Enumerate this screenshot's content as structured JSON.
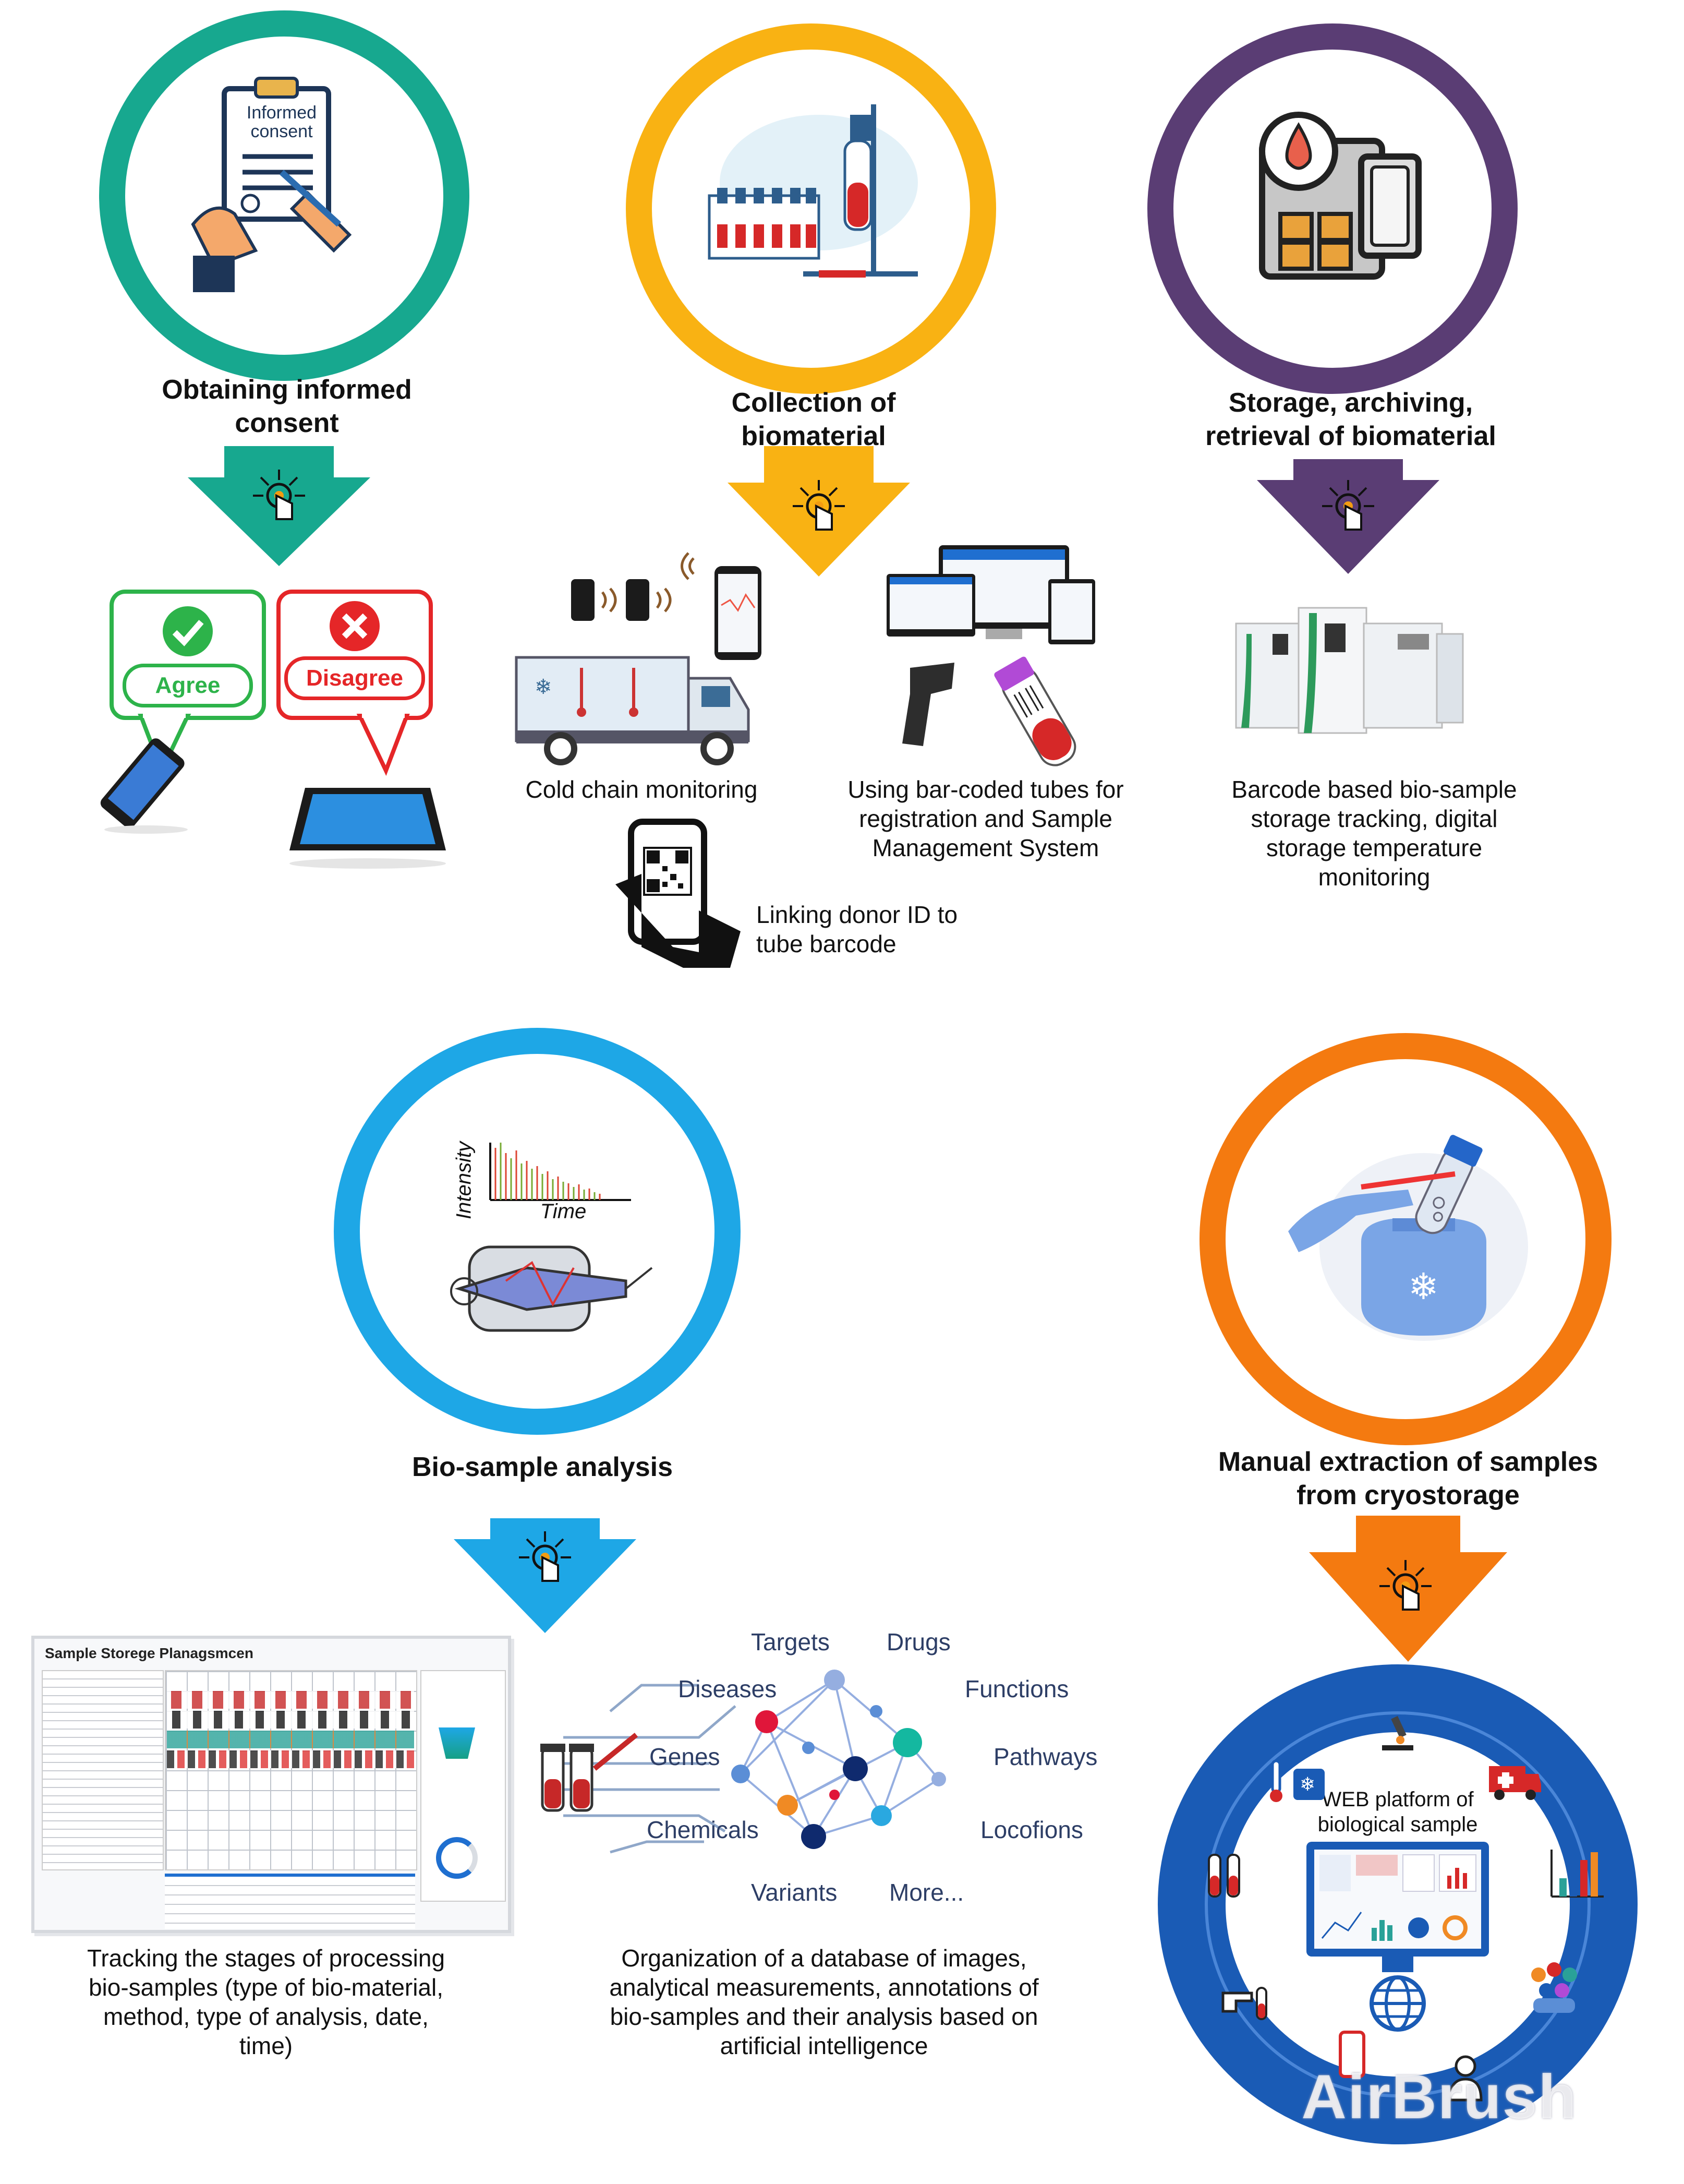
{
  "stages": {
    "consent": {
      "title": "Obtaining informed consent",
      "form_title": "Informed consent",
      "agree": "Agree",
      "disagree": "Disagree",
      "color": "#17a88f"
    },
    "collection": {
      "title": "Collection of biomaterial",
      "cold_chain": "Cold chain monitoring",
      "barcoded_tubes": "Using bar-coded tubes for registration and Sample Management System",
      "linking": "Linking donor ID to tube barcode",
      "color": "#f9b213"
    },
    "storage": {
      "title": "Storage, archiving, retrieval of biomaterial",
      "caption": "Barcode based bio-sample storage tracking, digital storage temperature monitoring",
      "color": "#5a3d74"
    },
    "analysis": {
      "title": "Bio-sample analysis",
      "axis_y": "Intensity",
      "axis_x": "Time",
      "color": "#1ea7e6"
    },
    "extraction": {
      "title": "Manual extraction of samples from cryostorage",
      "color": "#f47a10"
    }
  },
  "tracking": {
    "window_title": "Sample Storege Planagsmcen",
    "caption": "Tracking the stages of processing bio-samples (type of bio-material, method, type of analysis, date, time)"
  },
  "database": {
    "nodes": [
      "Targets",
      "Drugs",
      "Diseases",
      "Functions",
      "Genes",
      "Pathways",
      "Chemicals",
      "Locofions",
      "Variants",
      "More..."
    ],
    "caption": "Organization of a database of images, analytical measurements, annotations of bio-samples and their analysis based on artificial intelligence"
  },
  "web_platform": {
    "title": "WEB platform of biological sample",
    "watermark": "AirBrush",
    "ring_color": "#1a5bb5"
  }
}
